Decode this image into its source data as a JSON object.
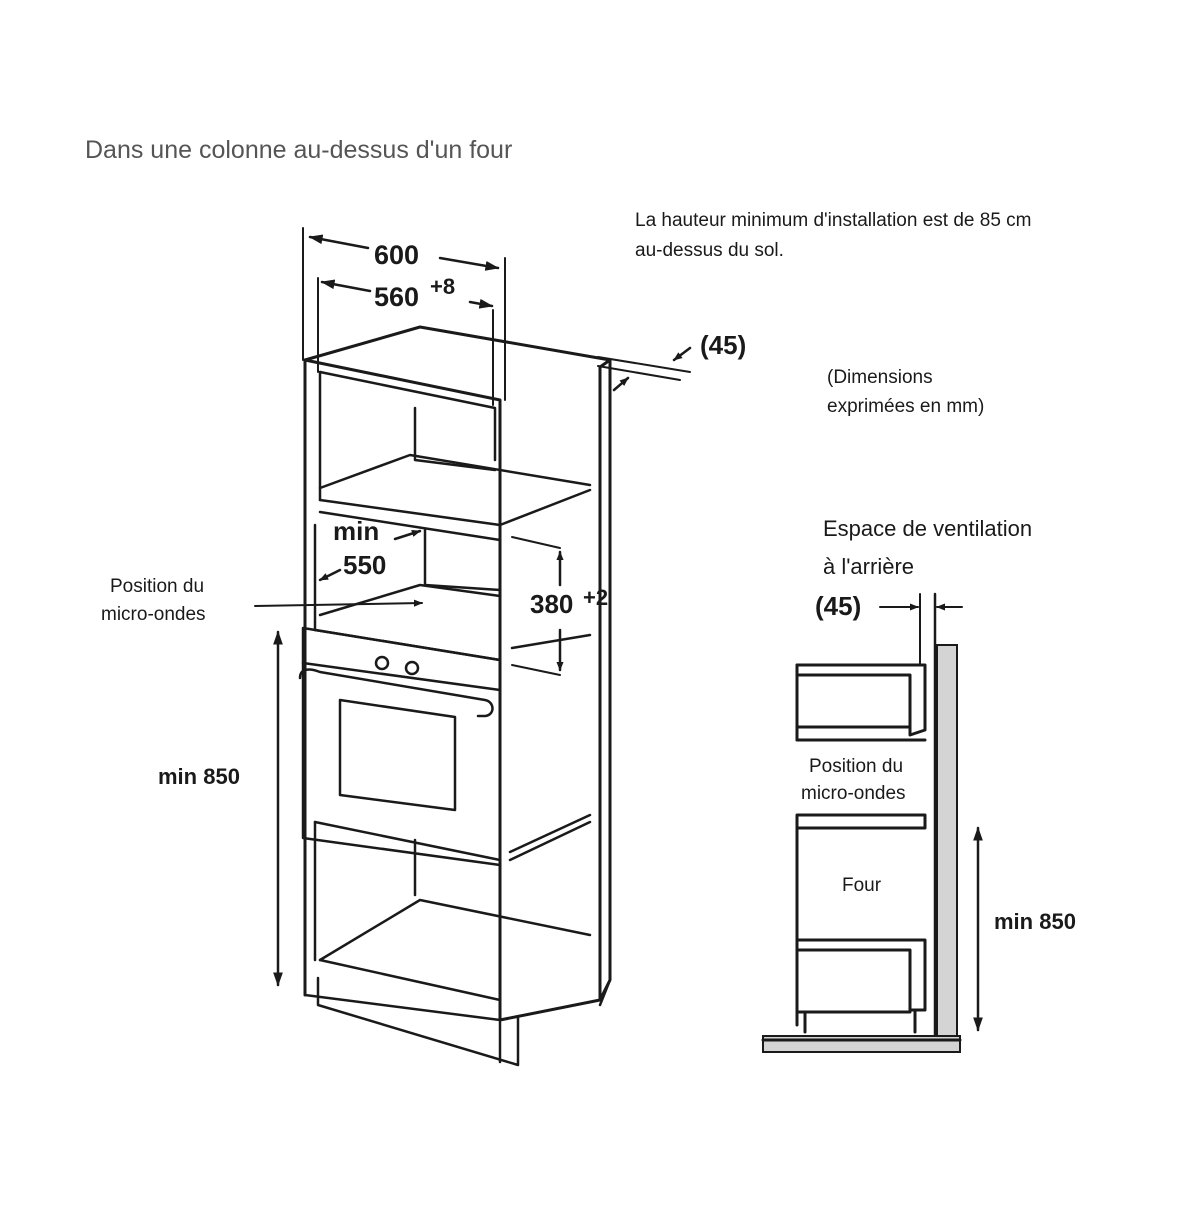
{
  "title": "Dans une colonne au-dessus d'un four",
  "note": {
    "line1": "La hauteur minimum d'installation est de 85 cm",
    "line2": "au-dessus du sol."
  },
  "units_note": {
    "line1": "(Dimensions",
    "line2": "exprimées en mm)"
  },
  "front_view": {
    "width_outer": "600",
    "width_inner": "560",
    "width_inner_tol": "+8",
    "depth_gap": "(45)",
    "niche_depth_a": "min",
    "niche_depth_b": "550",
    "niche_height": "380",
    "niche_height_tol": "+2",
    "position_label_1": "Position du",
    "position_label_2": "micro-ondes",
    "min_height": "min 850"
  },
  "side_view": {
    "vent_title_1": "Espace de ventilation",
    "vent_title_2": "à l'arrière",
    "vent_gap": "(45)",
    "position_label_1": "Position du",
    "position_label_2": "micro-ondes",
    "oven_label": "Four",
    "min_height": "min 850"
  }
}
